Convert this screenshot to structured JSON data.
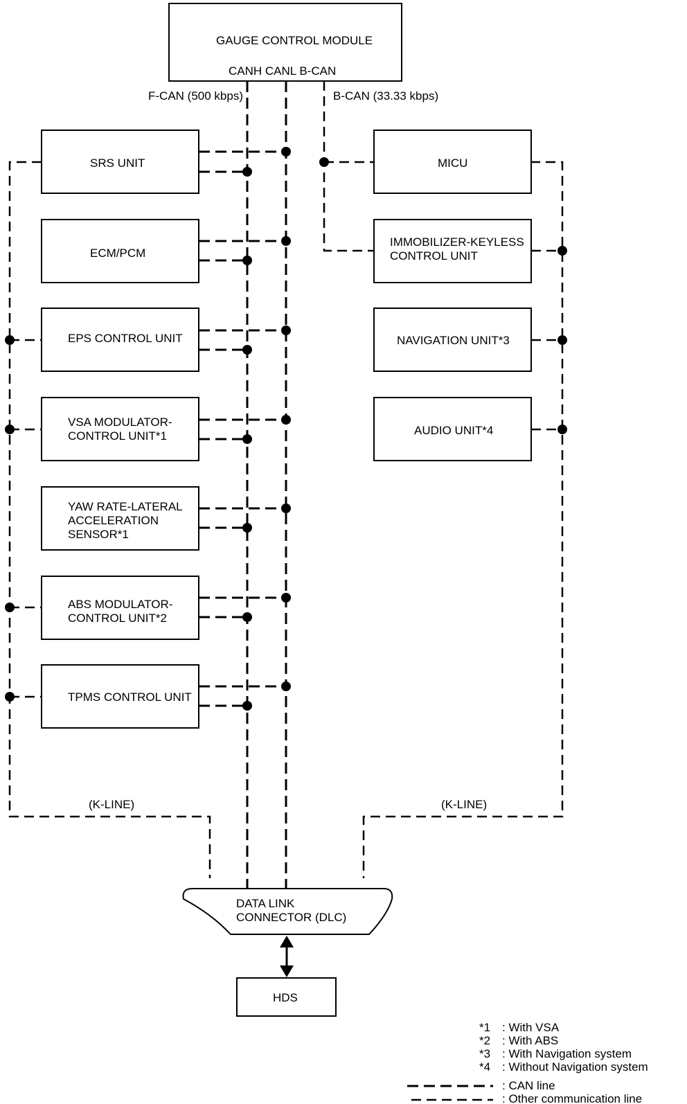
{
  "gauge": {
    "title": "GAUGE CONTROL MODULE",
    "pins": "CANH CANL B-CAN"
  },
  "bus_labels": {
    "f_can": "F-CAN (500 kbps)",
    "b_can": "B-CAN (33.33 kbps)",
    "k_line_left": "(K-LINE)",
    "k_line_right": "(K-LINE)"
  },
  "left_units": [
    {
      "lines": [
        "SRS UNIT"
      ]
    },
    {
      "lines": [
        "ECM/PCM"
      ]
    },
    {
      "lines": [
        "EPS CONTROL UNIT"
      ]
    },
    {
      "lines": [
        "VSA MODULATOR-",
        "CONTROL UNIT*1"
      ]
    },
    {
      "lines": [
        "YAW RATE-LATERAL",
        "ACCELERATION",
        "SENSOR*1"
      ]
    },
    {
      "lines": [
        "ABS MODULATOR-",
        "CONTROL UNIT*2"
      ]
    },
    {
      "lines": [
        "TPMS CONTROL UNIT"
      ]
    }
  ],
  "right_units": [
    {
      "lines": [
        "MICU"
      ]
    },
    {
      "lines": [
        "IMMOBILIZER-KEYLESS",
        "CONTROL UNIT"
      ]
    },
    {
      "lines": [
        "NAVIGATION UNIT*3"
      ]
    },
    {
      "lines": [
        "AUDIO UNIT*4"
      ]
    }
  ],
  "dlc": {
    "lines": [
      "DATA LINK",
      "CONNECTOR (DLC)"
    ]
  },
  "hds": {
    "label": "HDS"
  },
  "notes": [
    {
      "key": "*1",
      "text": ": With VSA"
    },
    {
      "key": "*2",
      "text": ": With ABS"
    },
    {
      "key": "*3",
      "text": ": With Navigation system"
    },
    {
      "key": "*4",
      "text": ": Without Navigation system"
    }
  ],
  "legend": {
    "can_line": ": CAN line",
    "other_line": ": Other communication line"
  }
}
